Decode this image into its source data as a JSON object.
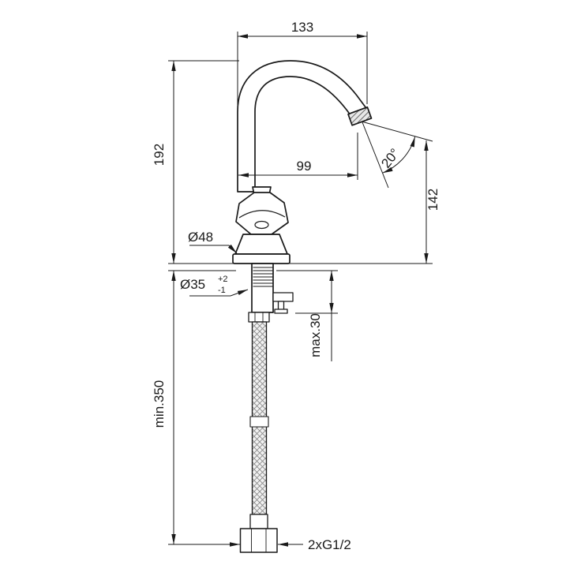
{
  "dimensions": {
    "width_top": "133",
    "spout_height": "192",
    "spout_reach": "99",
    "spray_angle": "20°",
    "outlet_height": "142",
    "base_diameter": "Ø48",
    "hole_diameter": "Ø35",
    "hole_tolerance_plus": "+2",
    "hole_tolerance_minus": "-1",
    "max_deck_thickness": "max.30",
    "min_hose_length": "min.350",
    "thread_connection": "2xG1/2"
  },
  "colors": {
    "line": "#1a1a1a",
    "background": "#ffffff"
  }
}
